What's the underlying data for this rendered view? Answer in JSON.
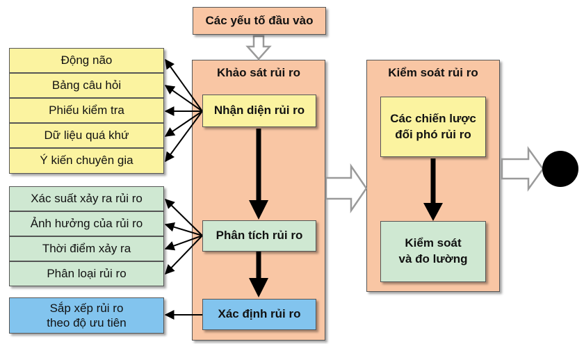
{
  "input_label": "Các yếu tố đầu vào",
  "survey_panel": {
    "title": "Khảo sát rủi ro"
  },
  "control_panel": {
    "title": "Kiểm soát rủi ro"
  },
  "steps": {
    "identify": "Nhận diện rủi ro",
    "analyze": "Phân tích rủi ro",
    "determine": "Xác định rủi ro",
    "strategies_line1": "Các chiến lược",
    "strategies_line2": "đối phó rủi ro",
    "control_line1": "Kiểm soát",
    "control_line2": "và đo lường"
  },
  "identify_methods": [
    "Động não",
    "Bảng câu hỏi",
    "Phiếu kiểm tra",
    "Dữ liệu quá khứ",
    "Ý kiến chuyên gia"
  ],
  "analysis_factors": [
    "Xác suất xảy ra rủi ro",
    "Ảnh hưởng của rủi ro",
    "Thời điểm xảy ra",
    "Phân loại rủi ro"
  ],
  "priority": {
    "line1": "Sắp xếp rủi ro",
    "line2": "theo độ ưu tiên"
  },
  "colors": {
    "peach": "#f9c6a4",
    "yellow": "#fbf3a0",
    "green": "#cfe8d2",
    "blue": "#82c4ee",
    "end_node": "#000000"
  }
}
